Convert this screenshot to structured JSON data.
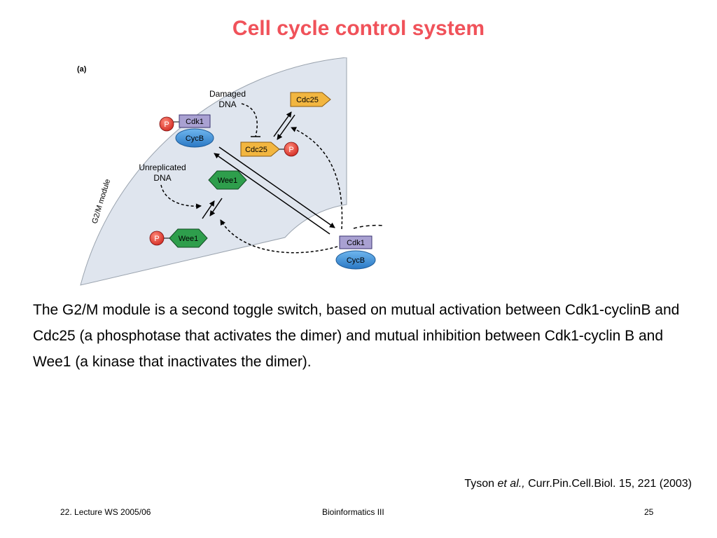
{
  "slide": {
    "title": "Cell cycle control system",
    "body": "The G2/M module is a second toggle switch, based on mutual activation between Cdk1-cyclinB and Cdc25 (a phosphotase that activates the dimer) and mutual inhibition between Cdk1-cyclin B and Wee1 (a kinase that inactivates the dimer).",
    "citation": {
      "author": "Tyson ",
      "etal": "et al.,",
      "reference": " Curr.Pin.Cell.Biol. 15, 221 (2003)"
    },
    "footer": {
      "left": "22. Lecture WS 2005/06",
      "center": "Bioinformatics III",
      "page": "25"
    }
  },
  "diagram": {
    "panel_label": "(a)",
    "module_label": "G2/M module",
    "damaged_dna": [
      "Damaged",
      "DNA"
    ],
    "unreplicated_dna": [
      "Unreplicated",
      "DNA"
    ],
    "cdk1": "Cdk1",
    "cycb": "CycB",
    "cdc25": "Cdc25",
    "wee1": "Wee1",
    "phospho": "P"
  },
  "colors": {
    "title": "#f0525a",
    "sector_fill": "#dfe5ee",
    "cdk1_fill": "#a9a1d2",
    "cycb_fill": "#3c8fd6",
    "cdc25_fill": "#f2b640",
    "wee1_fill": "#2e9e4c",
    "phospho_fill": "#e0302a"
  }
}
